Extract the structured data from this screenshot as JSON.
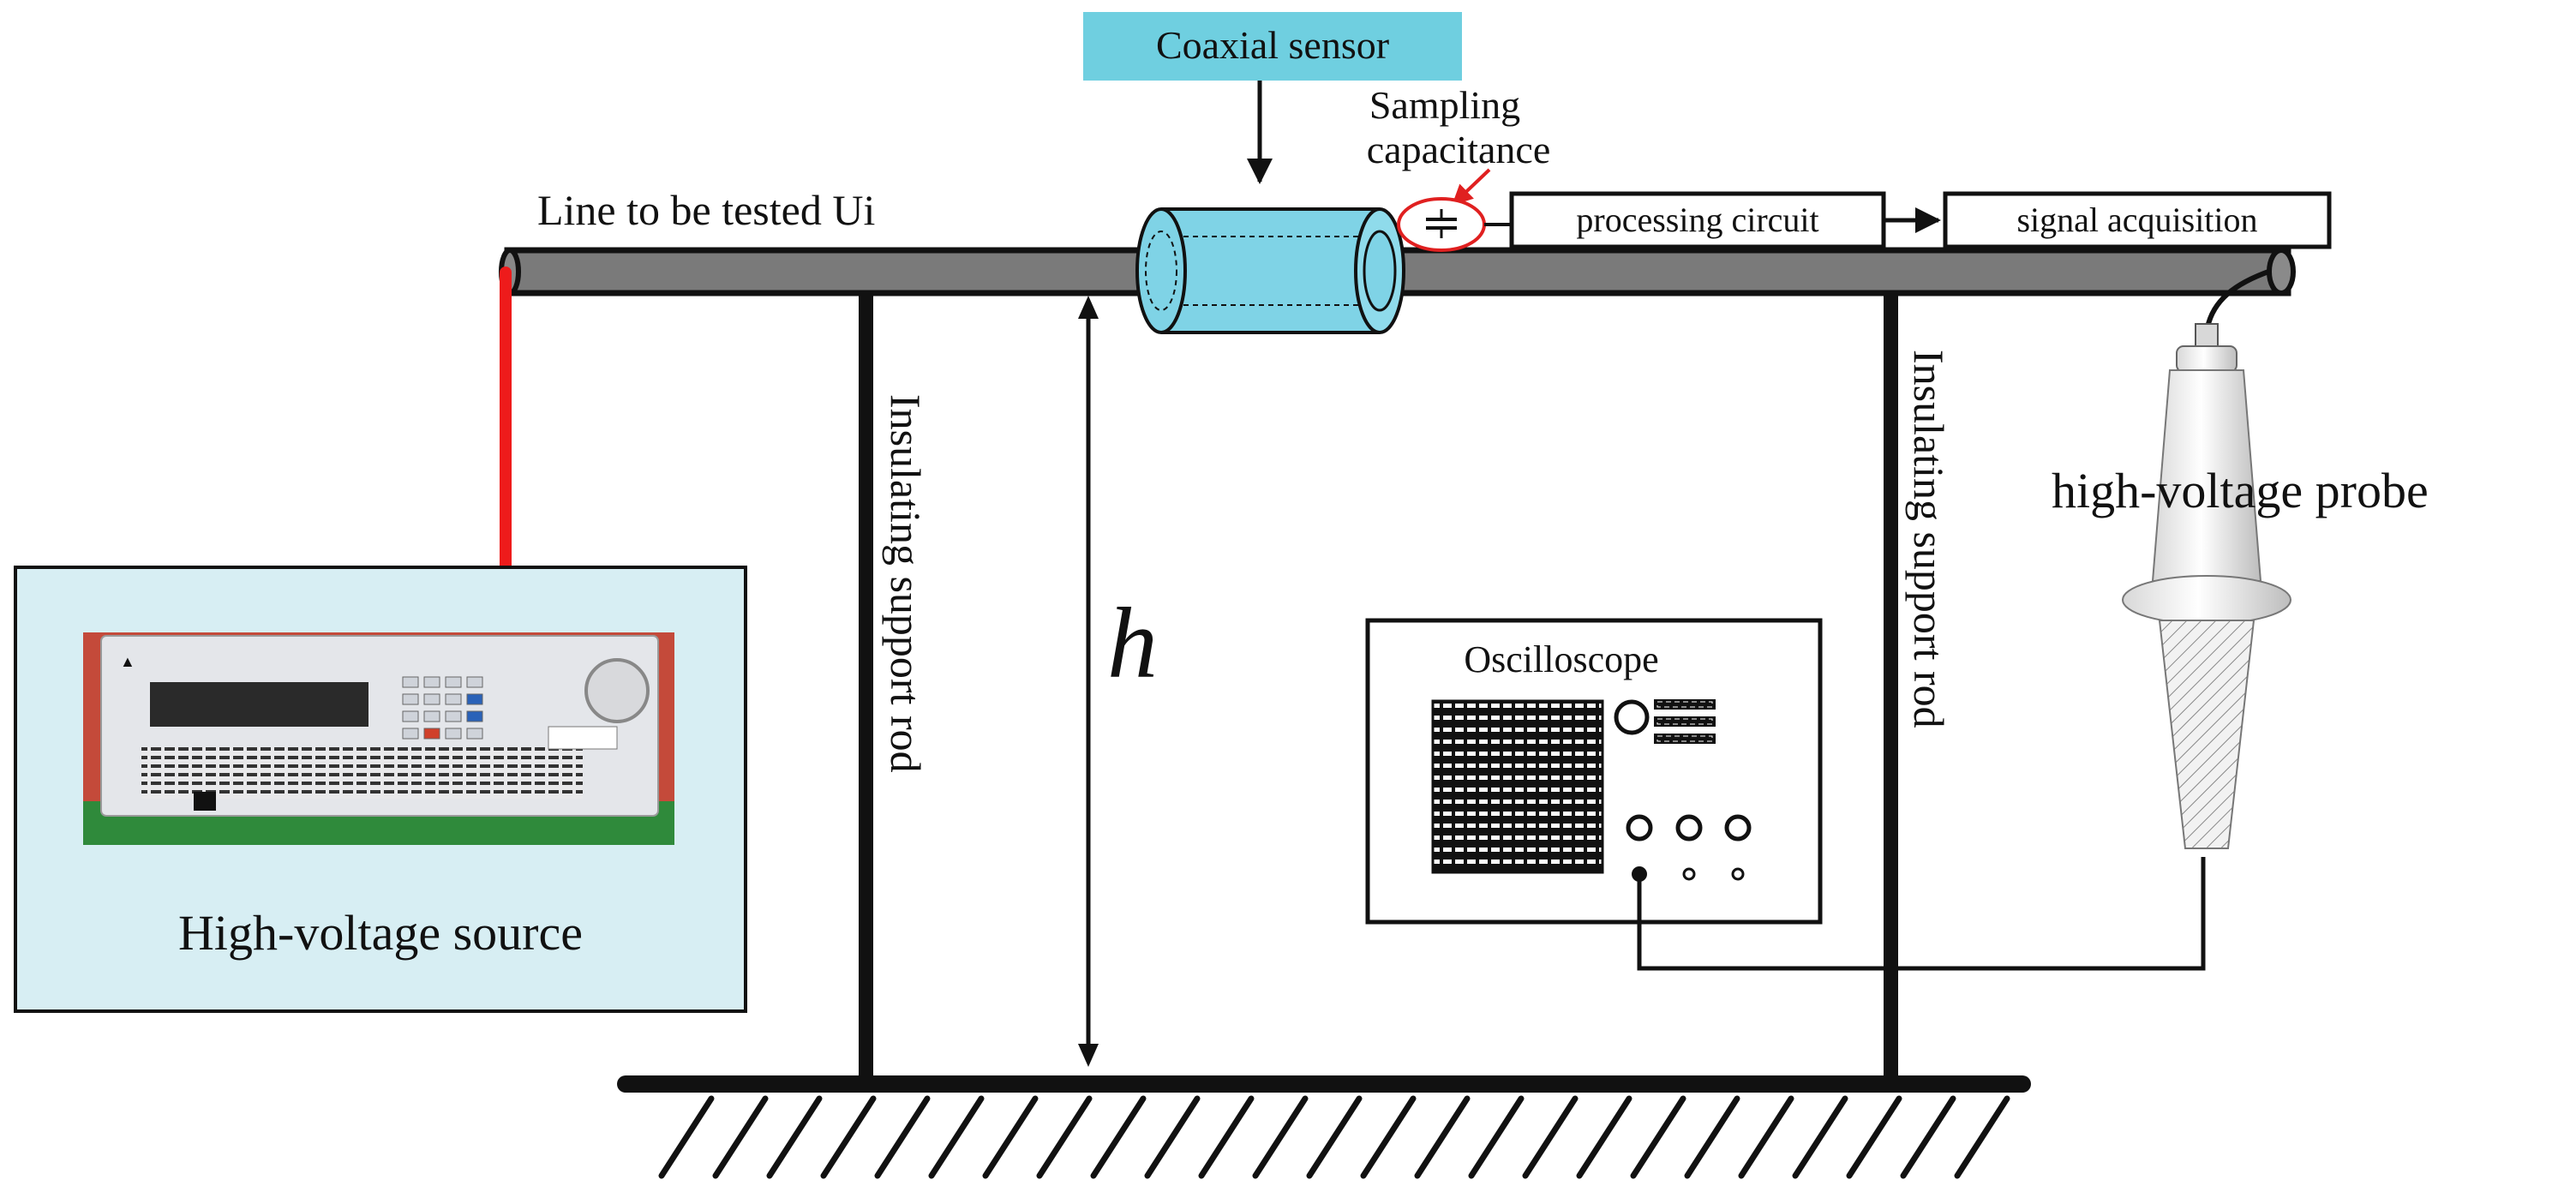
{
  "labels": {
    "coaxial_sensor": "Coaxial sensor",
    "sampling_line1": "Sampling",
    "sampling_line2": "capacitance",
    "line_under_test": "Line to be tested Ui",
    "processing_circuit": "processing circuit",
    "signal_acquisition": "signal acquisition",
    "insulating_rod_left": "Insulating support rod",
    "insulating_rod_right": "Insulating support rod",
    "height_symbol": "h",
    "oscilloscope": "Oscilloscope",
    "hv_probe": "high-voltage probe",
    "hv_source": "High-voltage source"
  },
  "colors": {
    "sensor_fill": "#7fd3e6",
    "source_panel_fill": "#d7eef3",
    "label_box_fill": "#6fcfe0",
    "lead_wire": "#ee1b1b",
    "highlight_ellipse": "#e02020",
    "line_conductor": "#777777"
  }
}
